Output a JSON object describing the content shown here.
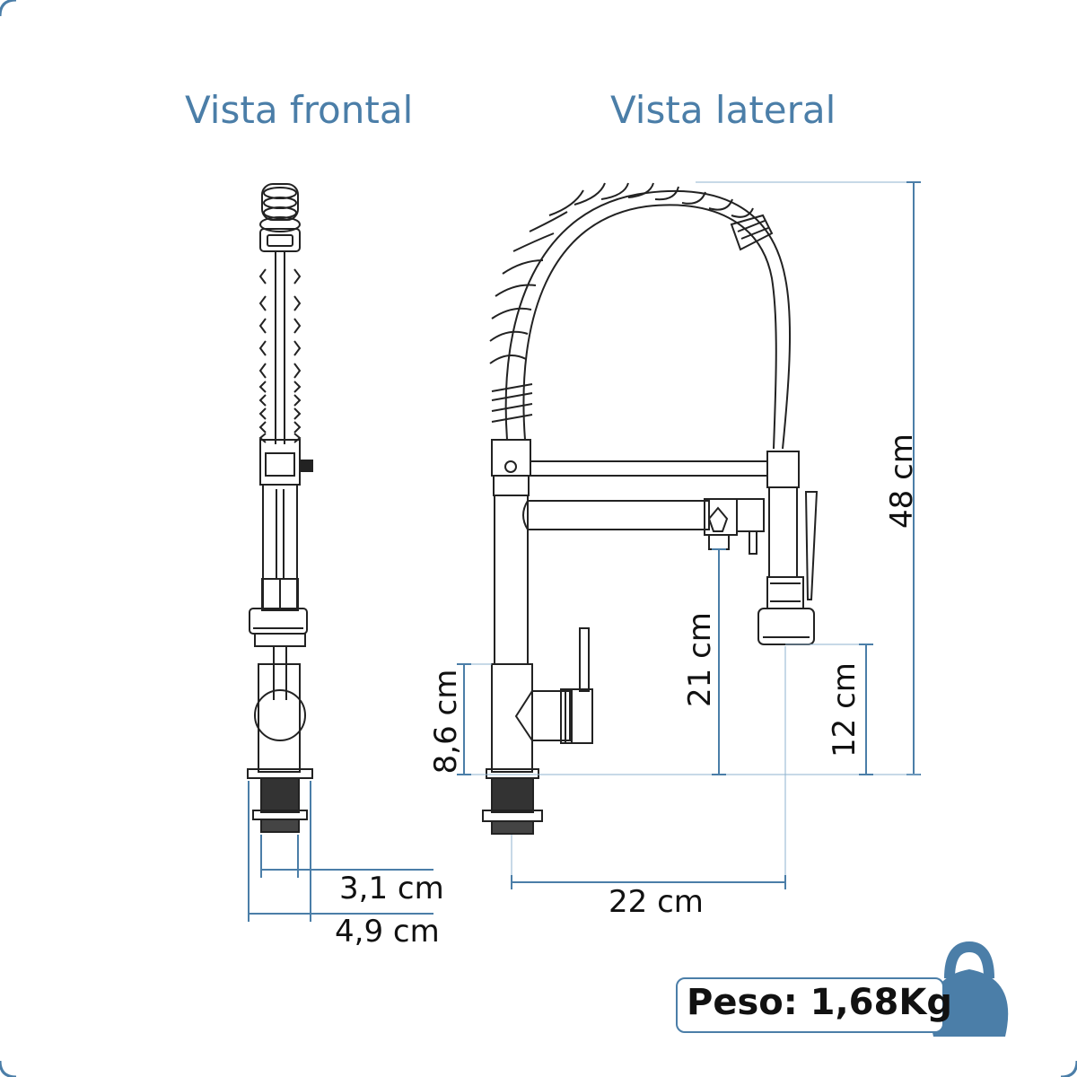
{
  "titles": {
    "front": "Vista frontal",
    "side": "Vista lateral"
  },
  "dimensions": {
    "height_total": "48 cm",
    "spout_height": "21 cm",
    "sprayer_height": "12 cm",
    "lever_height": "8,6 cm",
    "reach": "22 cm",
    "inner_width": "3,1 cm",
    "outer_width": "4,9 cm"
  },
  "weight": {
    "label": "Peso: 1,68Kg"
  },
  "colors": {
    "accent": "#4b7ea8",
    "outline": "#222222",
    "dimension_line": "#4b7ea8",
    "text": "#111111"
  },
  "icons": {
    "weight": "kettlebell-icon"
  }
}
